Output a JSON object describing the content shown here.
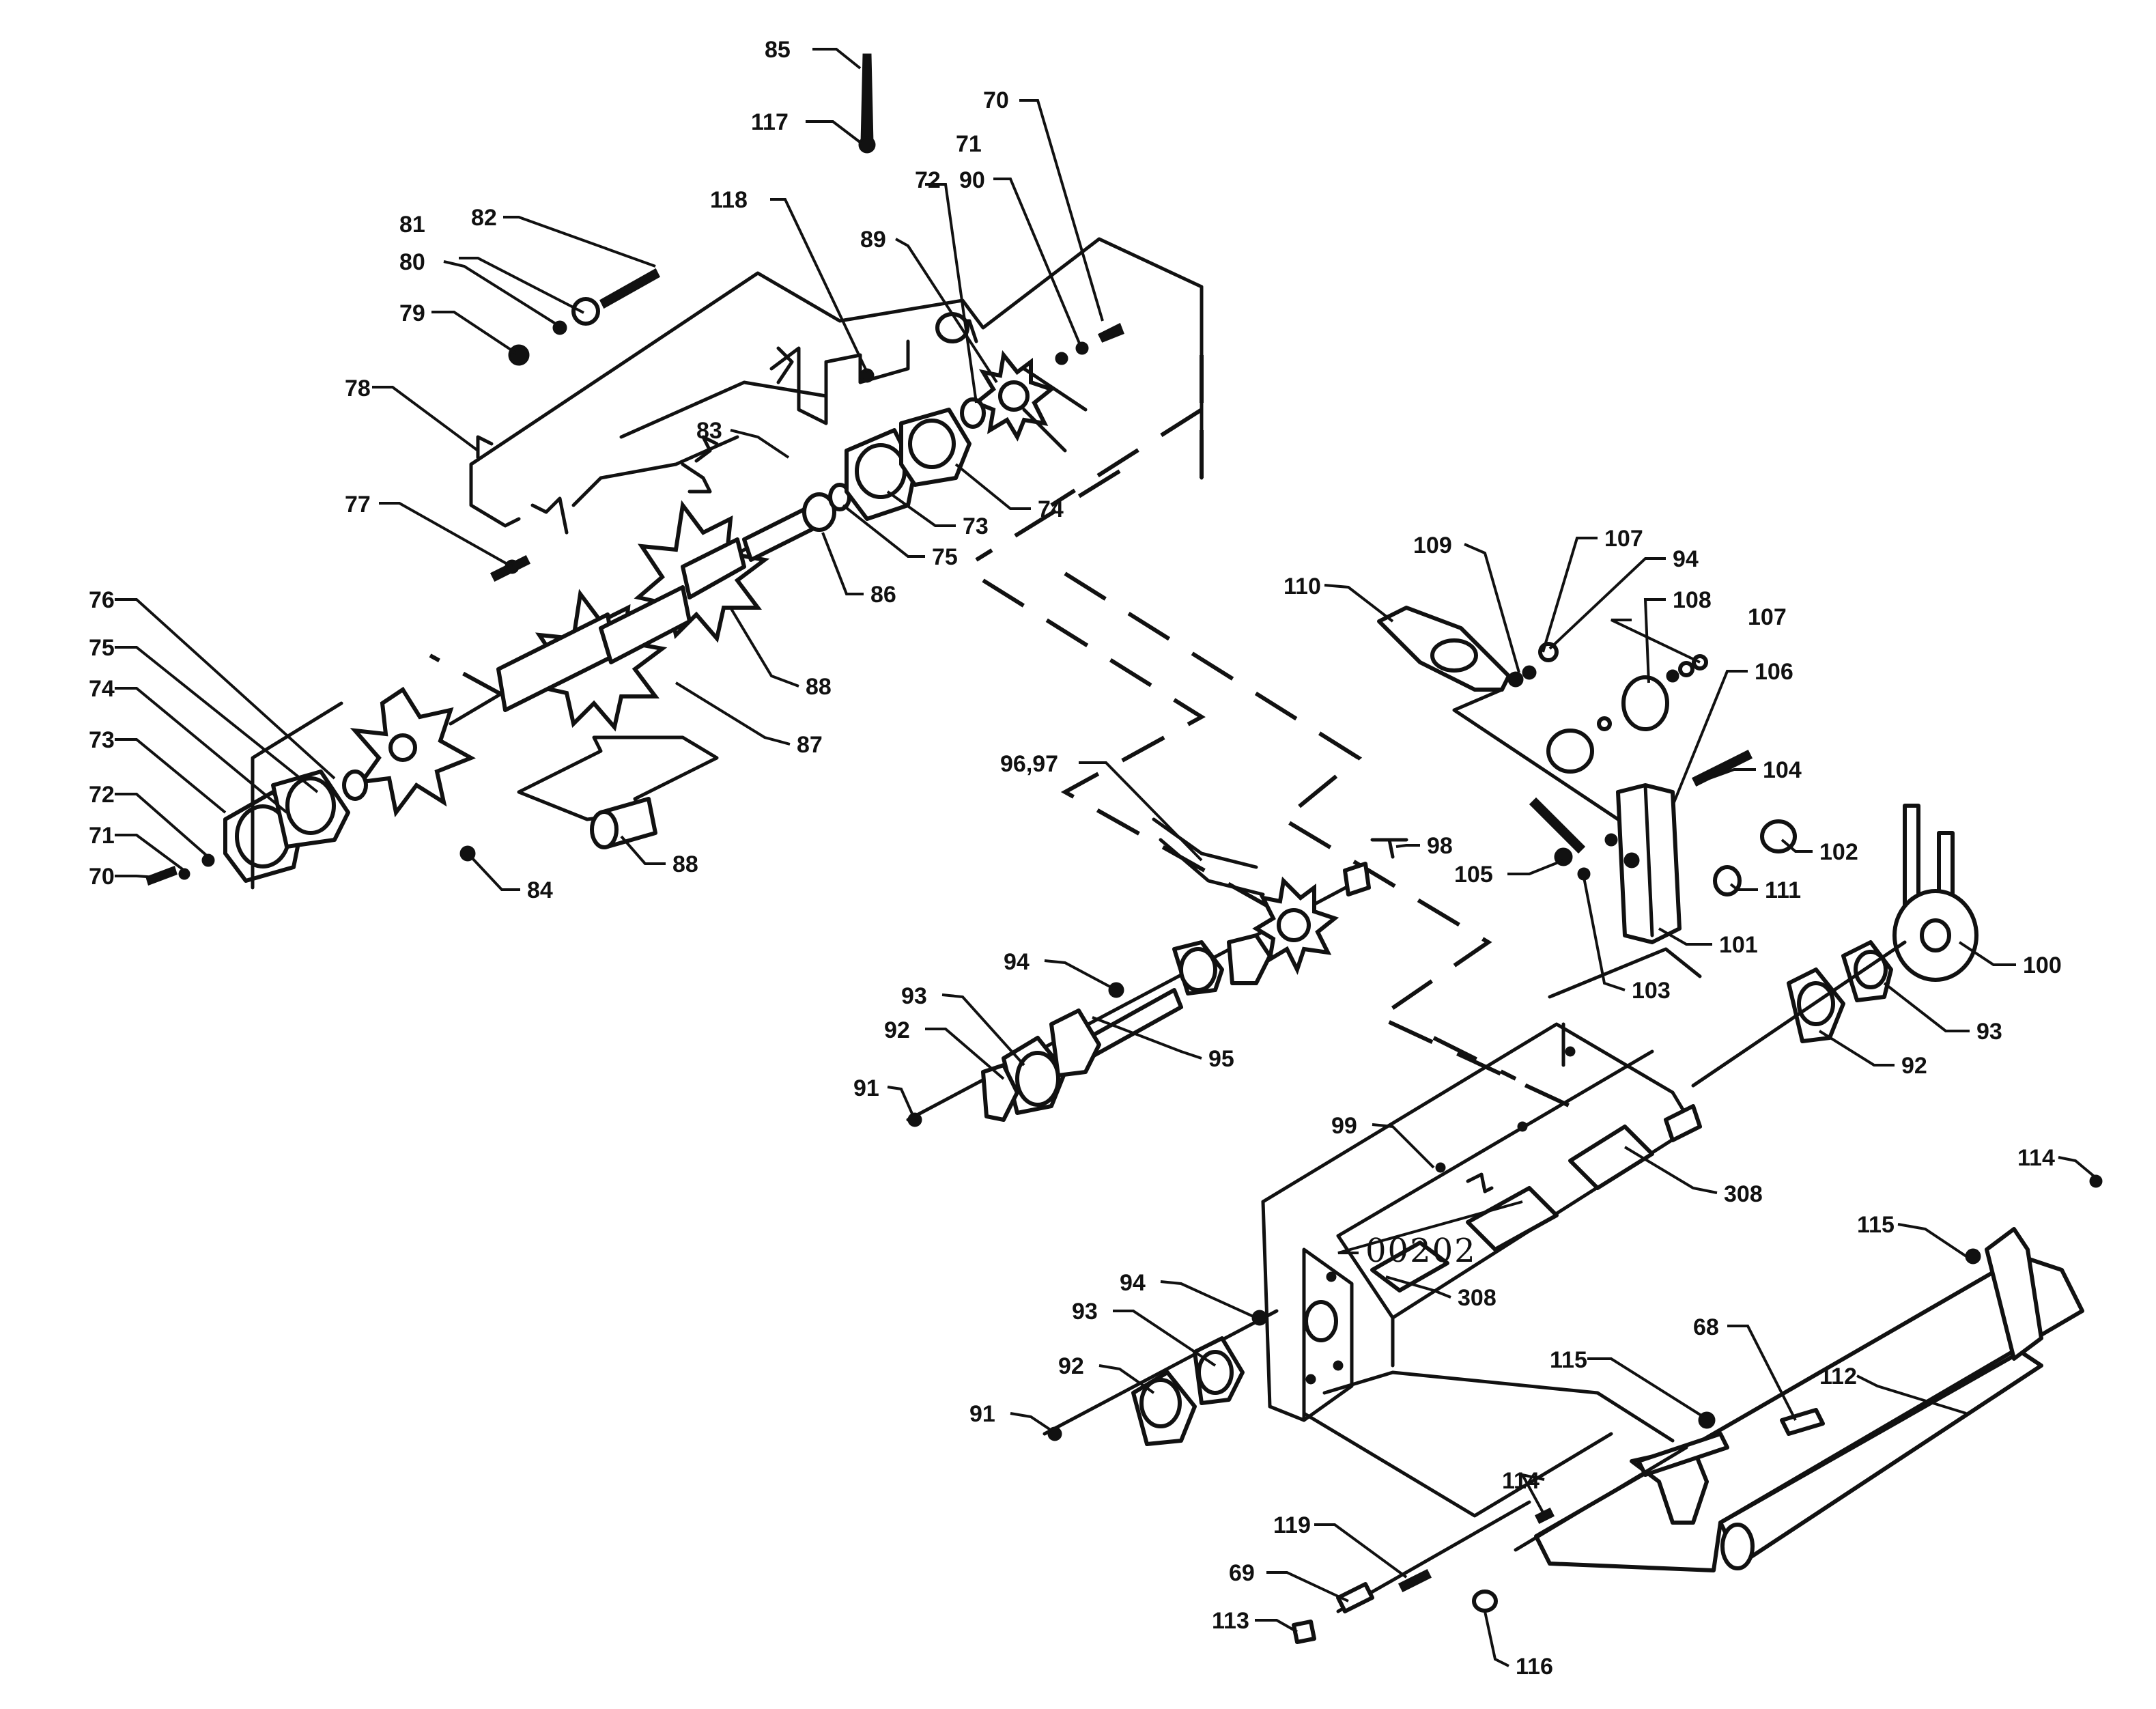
{
  "callouts": {
    "c85": "85",
    "c117": "117",
    "c70a": "70",
    "c71a": "71",
    "c72a": "72",
    "c90": "90",
    "c89": "89",
    "c118": "118",
    "c82": "82",
    "c81": "81",
    "c80": "80",
    "c79": "79",
    "c78": "78",
    "c83": "83",
    "c74a": "74",
    "c73a": "73",
    "c75a": "75",
    "c86": "86",
    "c77": "77",
    "c88a": "88",
    "c87": "87",
    "c76": "76",
    "c75b": "75",
    "c74b": "74",
    "c73b": "73",
    "c72b": "72",
    "c71b": "71",
    "c70b": "70",
    "c84": "84",
    "c88b": "88",
    "c109": "109",
    "c107a": "107",
    "c94a": "94",
    "c110": "110",
    "c108": "108",
    "c107b": "107",
    "c106": "106",
    "c104": "104",
    "c102": "102",
    "c105": "105",
    "c111": "111",
    "c101": "101",
    "c103": "103",
    "c100": "100",
    "c93a": "93",
    "c92a": "92",
    "c9697": "96,97",
    "c98": "98",
    "c94b": "94",
    "c93b": "93",
    "c92b": "92",
    "c91a": "91",
    "c95": "95",
    "c99": "99",
    "c308a": "308",
    "c308b": "308",
    "c114a": "114",
    "c115a": "115",
    "c94c": "94",
    "c93c": "93",
    "c92c": "92",
    "c91b": "91",
    "c68": "68",
    "c112": "112",
    "c115b": "115",
    "c114b": "114",
    "c119": "119",
    "c69": "69",
    "c113": "113",
    "c116": "116"
  },
  "drawing_code": "00202"
}
